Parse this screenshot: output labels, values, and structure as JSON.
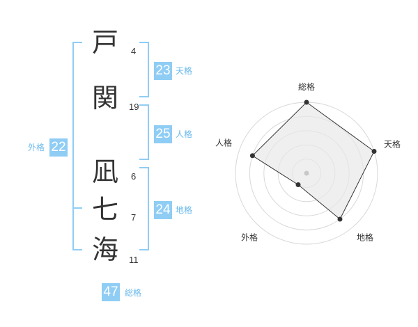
{
  "name_chars": [
    {
      "char": "戸",
      "strokes": "4"
    },
    {
      "char": "関",
      "strokes": "19"
    },
    {
      "char": "凪",
      "strokes": "6"
    },
    {
      "char": "七",
      "strokes": "7"
    },
    {
      "char": "海",
      "strokes": "11"
    }
  ],
  "fortunes": {
    "tenkaku": {
      "value": "23",
      "label": "天格"
    },
    "jinkaku": {
      "value": "25",
      "label": "人格"
    },
    "chikaku": {
      "value": "24",
      "label": "地格"
    },
    "gaikaku": {
      "value": "22",
      "label": "外格"
    },
    "soukaku": {
      "value": "47",
      "label": "総格"
    }
  },
  "colors": {
    "accent": "#8fcdf5",
    "accent_text": "#6ab9ec",
    "polygon_fill": "#e8e8e8",
    "ring": "#d8d8d8"
  },
  "chart_data": {
    "type": "radar",
    "axes": [
      "総格",
      "天格",
      "地格",
      "外格",
      "人格"
    ],
    "values": [
      5,
      5,
      4,
      1,
      4
    ],
    "max": 5
  }
}
